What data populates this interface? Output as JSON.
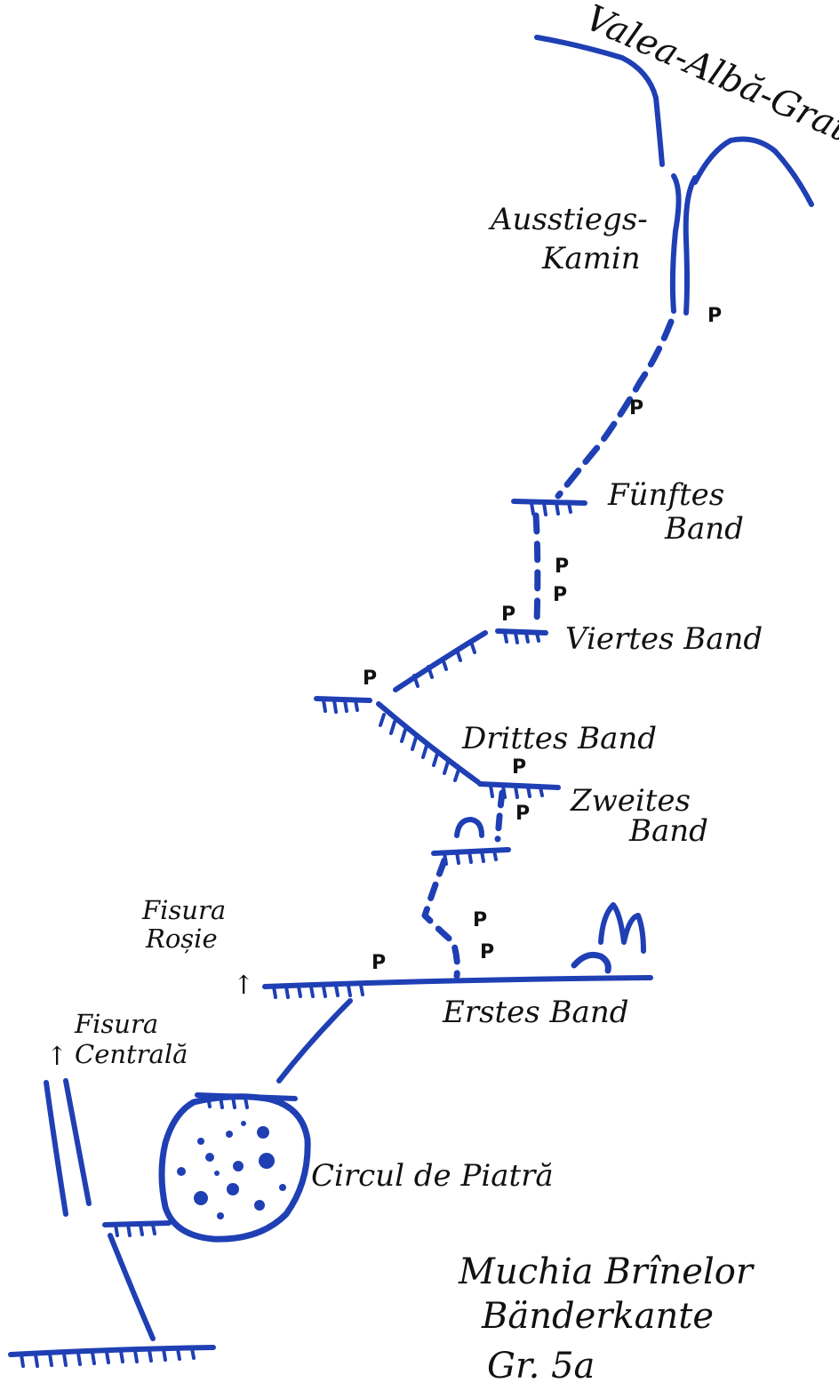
{
  "colors": {
    "route": "#1f3fb4",
    "ink": "#111111",
    "background": "#ffffff"
  },
  "labels": {
    "ridge": "Valea-Albă-Grat",
    "exit_chimney_1": "Ausstiegs-",
    "exit_chimney_2": "Kamin",
    "band5_1": "Fünftes",
    "band5_2": "Band",
    "band4": "Viertes Band",
    "band3": "Drittes Band",
    "band2_1": "Zweites",
    "band2_2": "Band",
    "fisura_rosie_1": "Fisura",
    "fisura_rosie_2": "Roșie",
    "band1": "Erstes Band",
    "fisura_centrala_1": "Fisura",
    "fisura_centrala_2": "Centrală",
    "circul": "Circul de Piatră",
    "arrow_up": "↑"
  },
  "piton_mark": "P",
  "title": {
    "line1": "Muchia Brînelor",
    "line2": "Bänderkante",
    "line3": "Gr. 5a"
  }
}
